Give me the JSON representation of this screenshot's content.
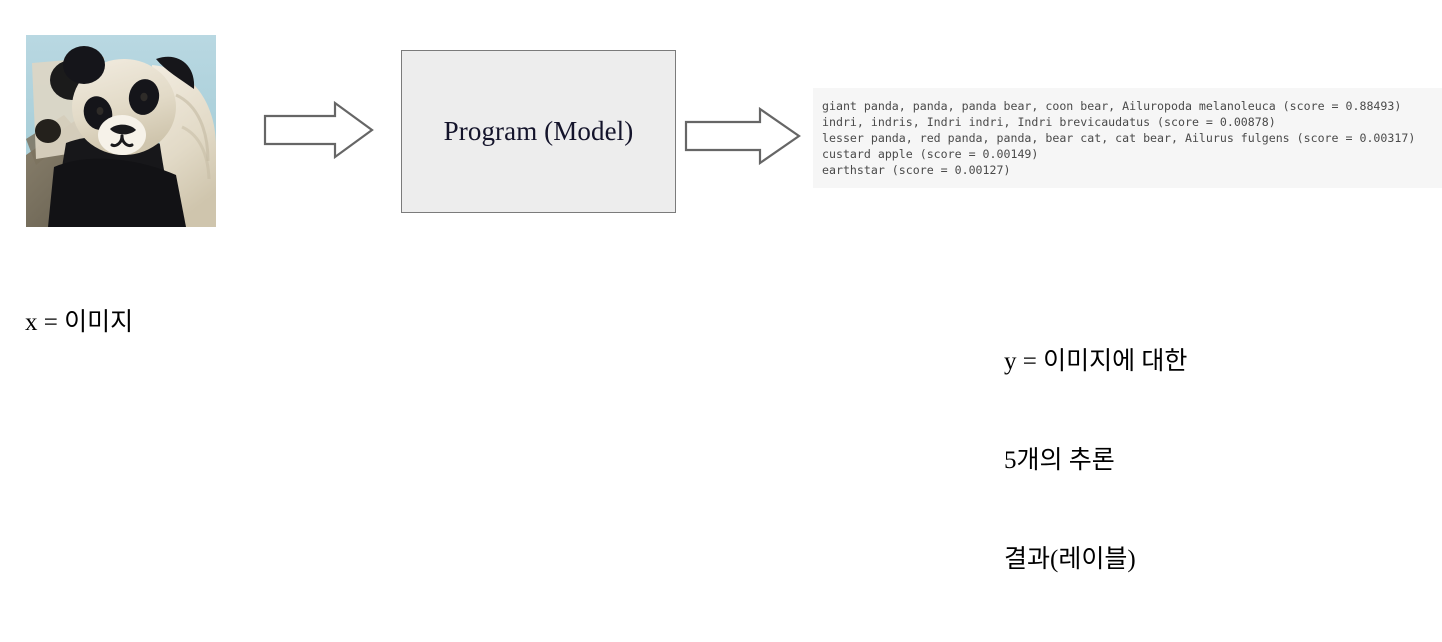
{
  "diagram": {
    "title_flow": "x = image -> Program (Model) -> y = labels",
    "input": {
      "image_name": "giant-panda-photo",
      "caption": "x = 이미지"
    },
    "arrows": [
      {
        "name": "arrow-input-to-model",
        "direction": "right"
      },
      {
        "name": "arrow-model-to-output",
        "direction": "right"
      }
    ],
    "model": {
      "label": "Program (Model)",
      "fill_color": "#ededed",
      "border_color": "#7b7b7b"
    },
    "output": {
      "background_color": "#f6f6f6",
      "text_color": "#4a4a4a",
      "lines": [
        "giant panda, panda, panda bear, coon bear, Ailuropoda melanoleuca (score = 0.88493)",
        "indri, indris, Indri indri, Indri brevicaudatus (score = 0.00878)",
        "lesser panda, red panda, panda, bear cat, cat bear, Ailurus fulgens (score = 0.00317)",
        "custard apple (score = 0.00149)",
        "earthstar (score = 0.00127)"
      ],
      "predictions": [
        {
          "label": "giant panda, panda, panda bear, coon bear, Ailuropoda melanoleuca",
          "score": "0.88493"
        },
        {
          "label": "indri, indris, Indri indri, Indri brevicaudatus",
          "score": "0.00878"
        },
        {
          "label": "lesser panda, red panda, panda, bear cat, cat bear, Ailurus fulgens",
          "score": "0.00317"
        },
        {
          "label": "custard apple",
          "score": "0.00149"
        },
        {
          "label": "earthstar",
          "score": "0.00127"
        }
      ],
      "caption_lines": [
        "y = 이미지에 대한",
        "5개의 추론",
        "결과(레이블)"
      ]
    }
  }
}
